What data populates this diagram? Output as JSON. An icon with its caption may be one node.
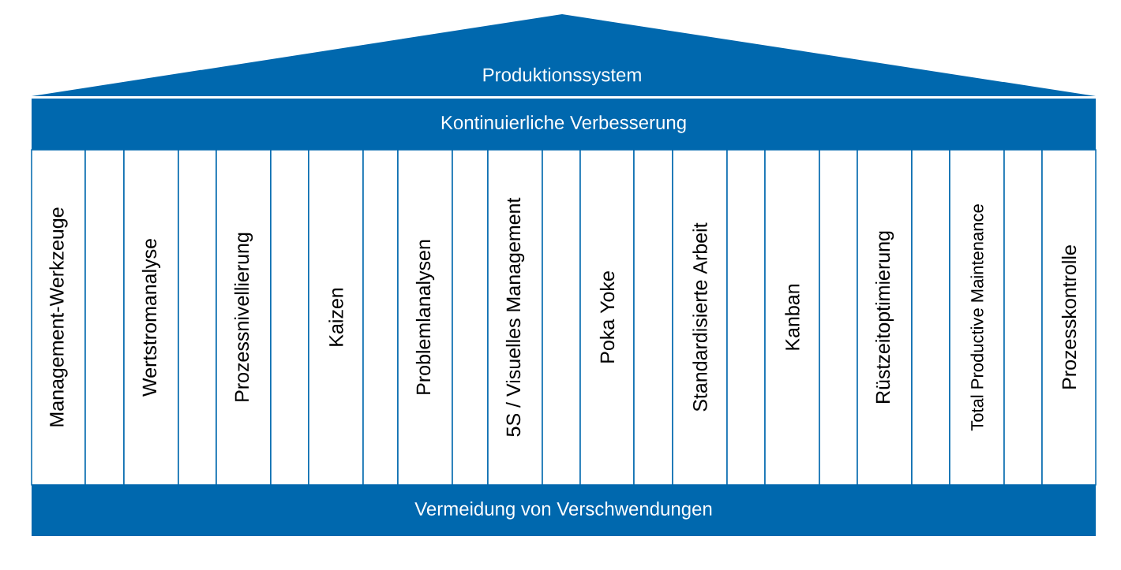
{
  "diagram": {
    "nodes": [
      {
        "text": [
          "Produktionssystem"
        ]
      },
      {
        "text": [
          "Kontinuierliche Verbesserung"
        ]
      },
      {
        "text": [
          "Management-Werkzeuge"
        ]
      },
      {
        "text": [],
        "shape": "box"
      },
      {
        "text": [
          "Wertstromanalyse"
        ]
      },
      {
        "text": [],
        "shape": "box"
      },
      {
        "text": [
          "Prozessnivellierung"
        ]
      },
      {
        "text": [],
        "shape": "box"
      },
      {
        "text": [
          "Kaizen"
        ]
      },
      {
        "text": [],
        "shape": "box"
      },
      {
        "text": [
          "Problemlanalysen"
        ]
      },
      {
        "text": [],
        "shape": "box"
      },
      {
        "text": [
          "5S / Visuelles Management"
        ]
      },
      {
        "text": [],
        "shape": "box"
      },
      {
        "text": [
          "Poka Yoke"
        ]
      },
      {
        "text": [],
        "shape": "box"
      },
      {
        "text": [
          "Standardisierte Arbeit"
        ]
      },
      {
        "text": [],
        "shape": "box"
      },
      {
        "text": [
          "Kanban"
        ]
      },
      {
        "text": [],
        "shape": "box"
      },
      {
        "text": [
          "Rüstzeitoptimierung"
        ]
      },
      {
        "text": [],
        "shape": "box"
      },
      {
        "text": [
          "Total Productive Maintenance"
        ]
      },
      {
        "text": [],
        "shape": "box"
      },
      {
        "text": [
          "Prozesskontrolle"
        ]
      },
      {
        "text": [
          "Vermeidung von Verschwendungen"
        ]
      }
    ]
  }
}
